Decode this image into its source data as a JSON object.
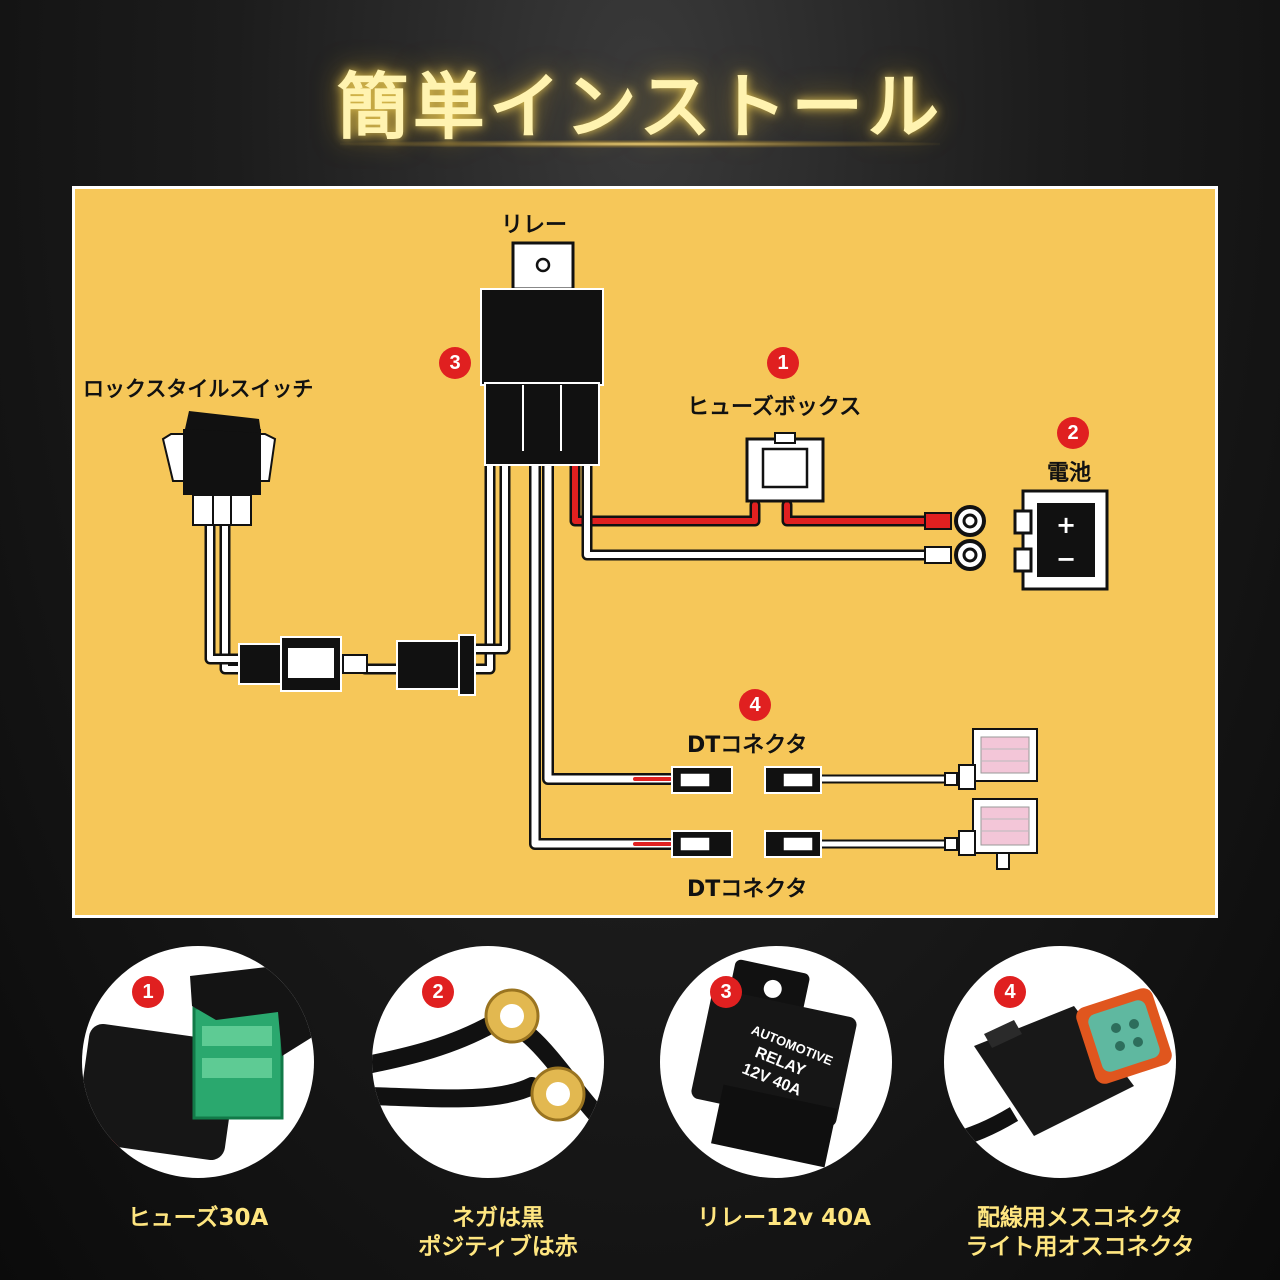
{
  "title": "簡単インストール",
  "diagram": {
    "relay_label": "リレー",
    "switch_label": "ロックスタイルスイッチ",
    "fuse_box_label": "ヒューズボックス",
    "battery_label": "電池",
    "dt_connector_label_top": "DTコネクタ",
    "dt_connector_label_bottom": "DTコネクタ",
    "plus_sign": "+",
    "minus_sign": "−",
    "markers": [
      "1",
      "2",
      "3",
      "4"
    ]
  },
  "parts": [
    {
      "number": "1",
      "caption_lines": [
        "ヒューズ30A"
      ]
    },
    {
      "number": "2",
      "caption_lines": [
        "ネガは黒",
        "ポジティブは赤"
      ]
    },
    {
      "number": "3",
      "caption_lines": [
        "リレー12v 40A"
      ],
      "relay_print": [
        "AUTOMOTIVE",
        "RELAY",
        "12V 40A"
      ]
    },
    {
      "number": "4",
      "caption_lines": [
        "配線用メスコネクタ",
        "ライト用オスコネクタ"
      ]
    }
  ],
  "colors": {
    "panel": "#f6c759",
    "wire_red": "#e02020",
    "wire_white": "#ffffff",
    "marker_red": "#e02020",
    "caption": "#ffe680",
    "title": "#fff3b0"
  }
}
